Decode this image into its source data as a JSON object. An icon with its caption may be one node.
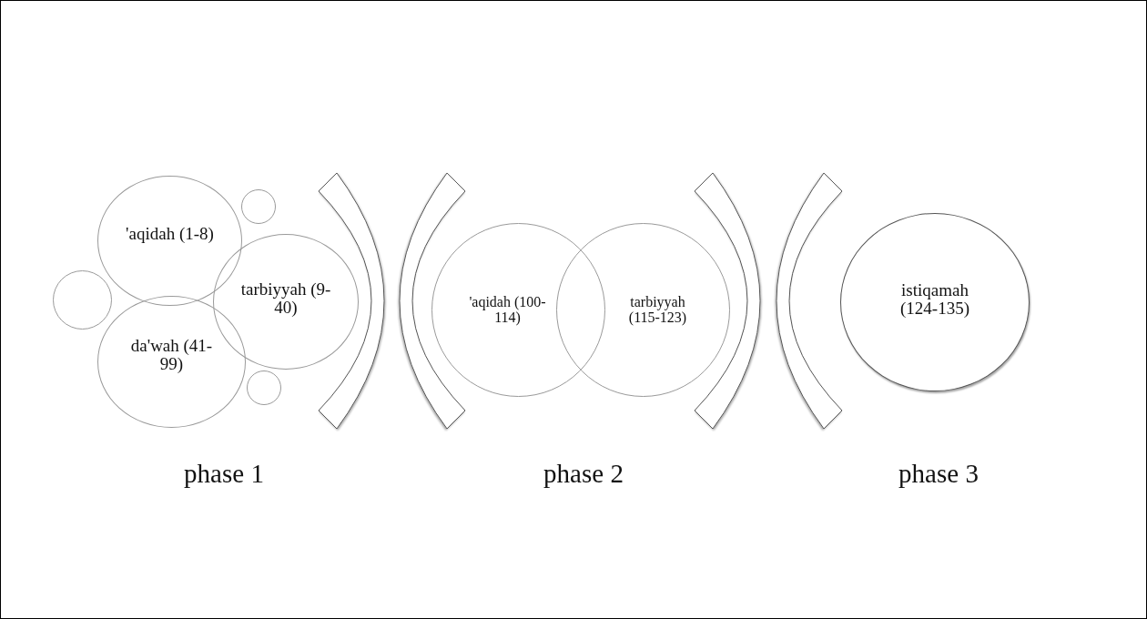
{
  "diagram": {
    "nodes": [
      {
        "text": [
          "'aqidah (1-8)"
        ]
      },
      {
        "text": [],
        "shape": "circle"
      },
      {
        "text": [],
        "shape": "circle"
      },
      {
        "text": [
          "tarbiyyah (9-40)"
        ]
      },
      {
        "text": [
          "da'wah (41-99)"
        ]
      },
      {
        "text": [],
        "shape": "circle"
      },
      {
        "text": [
          "'aqidah (100-114)"
        ]
      },
      {
        "text": [
          "tarbiyyah (115-123)"
        ]
      },
      {
        "text": [
          "istiqamah (124-135)"
        ]
      }
    ],
    "labels": [
      "phase 1",
      "phase 2",
      "phase 3"
    ]
  }
}
